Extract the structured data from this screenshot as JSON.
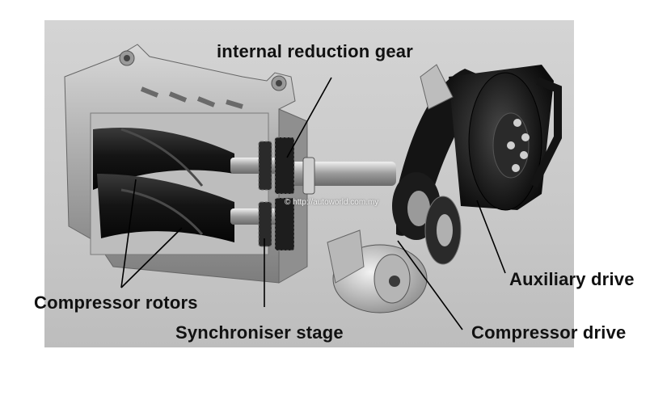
{
  "labels": {
    "internal_reduction_gear": "internal reduction gear",
    "compressor_rotors": "Compressor rotors",
    "synchroniser_stage": "Synchroniser stage",
    "auxiliary_drive": "Auxiliary drive",
    "compressor_drive": "Compressor drive"
  },
  "watermark": "© http://autoworld.com.my",
  "colors": {
    "backdrop": "#c9c9c9",
    "housing": "#a8a8a8",
    "rotor": "#1a1a1a",
    "belt": "#141414",
    "leader_line": "#000000"
  }
}
